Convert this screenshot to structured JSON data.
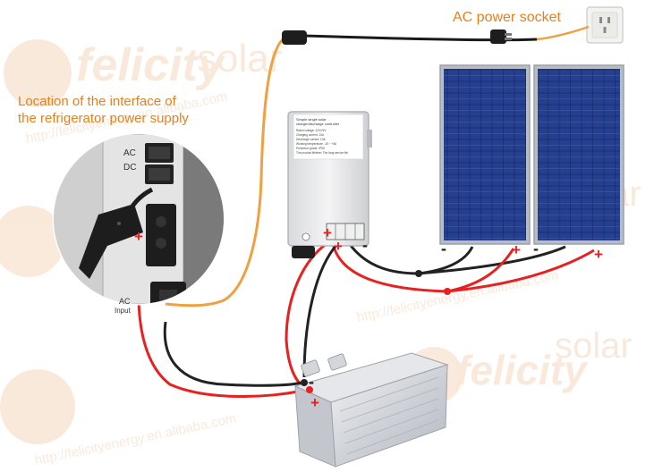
{
  "labels": {
    "ac_socket": "AC power socket",
    "interface_line1": "Location of the interface of",
    "interface_line2": "the refrigerator power supply"
  },
  "fridge_panel": {
    "ac": "AC",
    "dc": "DC",
    "ac_input_1": "AC",
    "ac_input_2": "Input"
  },
  "controller": {
    "title_1": "Simple single solar",
    "title_2": "charge/discharge controller",
    "spec_lines": [
      "Rated voltage: 12V/24V",
      "Charging current: 10A",
      "Discharge current: 10A",
      "Working temperature: -20 ~ +60",
      "Protection grade: IP65",
      "The product lifetime: The long service life"
    ]
  },
  "polarity": {
    "plus": "+",
    "minus": "-"
  },
  "watermark": {
    "brand_1": "felicity",
    "brand_2": "solar",
    "url_1": "http://felicityenergy.en.alibaba.com",
    "url_2": "http://felicityenergy.en.alibaba.com",
    "url_3": "http://felicityenergy.en.alibaba.com"
  },
  "colors": {
    "label_text": "#e8801a",
    "ac_cable": "#f0a040",
    "positive": "#e82020",
    "negative": "#222222",
    "panel_cell": "#1c2f78",
    "watermark": "#e07a20"
  }
}
